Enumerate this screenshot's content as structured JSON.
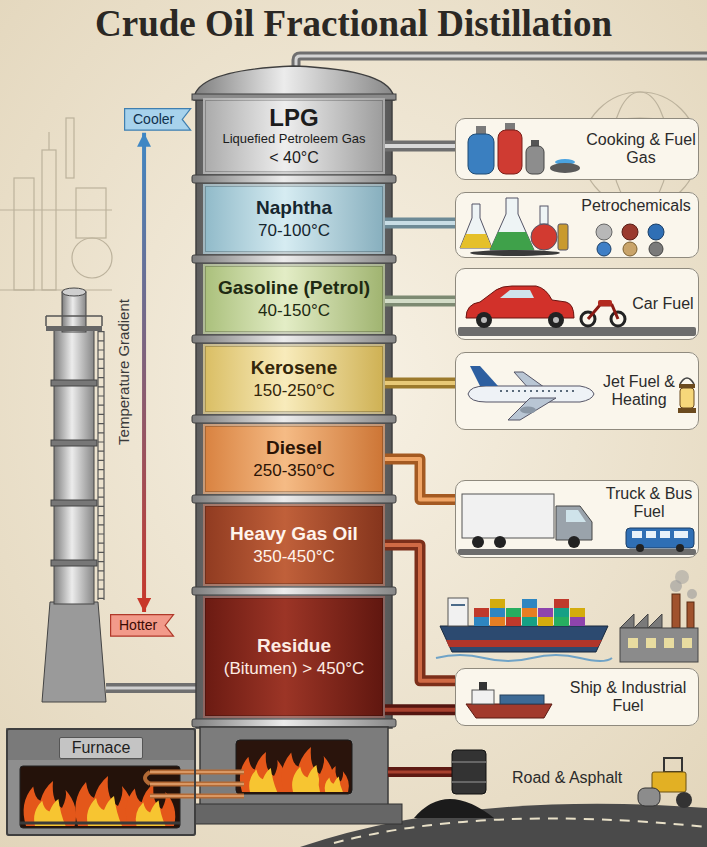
{
  "diagram": {
    "title": "Crude Oil Fractional Distillation",
    "nodes": [
      {
        "text": [
          "Cooler"
        ]
      },
      {
        "text": [
          "LPG",
          "Liquefied Petroleem Gas",
          "< 40°C"
        ]
      },
      {
        "text": [
          "Cooking & Fuel Gas"
        ]
      },
      {
        "text": [
          "Naphtha",
          "70-100°C"
        ]
      },
      {
        "text": [
          "Petrochemicals"
        ]
      },
      {
        "text": [
          "Gasoline (Petrol)",
          "40-150°C"
        ]
      },
      {
        "text": [
          "Car Fuel"
        ]
      },
      {
        "text": [
          "Kerosene",
          "150-250°C"
        ]
      },
      {
        "text": [
          "Jet Fuel & Heating"
        ]
      },
      {
        "text": [
          "Diesel",
          "250-350°C"
        ]
      },
      {
        "text": [
          "Truck & Bus Fuel"
        ]
      },
      {
        "text": [
          "Heavy Gas Oil",
          "350-450°C"
        ]
      },
      {
        "text": [
          "Hotter"
        ]
      },
      {
        "text": [
          "Residue",
          "(Bitumen) > 450°C"
        ]
      },
      {
        "text": [
          "Ship & Industrial Fuel"
        ]
      },
      {
        "text": [
          "Furnace"
        ]
      }
    ],
    "edges": [
      {
        "from": 0,
        "to": 12,
        "arrow": "both",
        "label": "Temperature Gradient"
      },
      {
        "from": 1,
        "to": 2,
        "arrow": "none"
      },
      {
        "from": 3,
        "to": 4,
        "arrow": "none"
      },
      {
        "from": 5,
        "to": 6,
        "arrow": "none"
      },
      {
        "from": 7,
        "to": 8,
        "arrow": "none"
      },
      {
        "from": 9,
        "to": 10,
        "arrow": "none"
      },
      {
        "from": 11,
        "to": 14,
        "arrow": "none"
      },
      {
        "from": 13,
        "to": 14,
        "arrow": "none"
      }
    ],
    "labels": [
      "Road & Asphalt"
    ]
  }
}
